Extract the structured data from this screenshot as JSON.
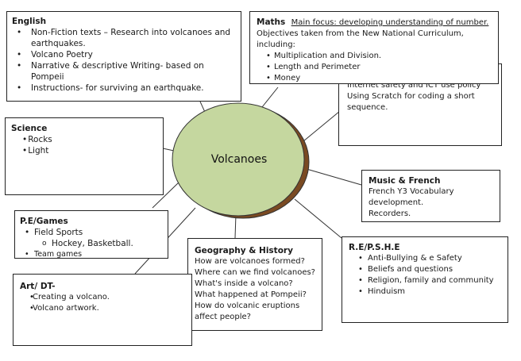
{
  "center": {
    "label": "Volcanoes"
  },
  "english": {
    "title": "English",
    "items": [
      "Non-Fiction texts – Research into volcanoes and earthquakes.",
      "Volcano Poetry",
      "Narrative & descriptive Writing- based on Pompeii",
      "Instructions- for surviving an earthquake."
    ]
  },
  "maths": {
    "title": "Maths",
    "focus": "Main focus: developing understanding of number.",
    "intro": "Objectives taken from the New National Curriculum, including:",
    "items": [
      "Multiplication and Division.",
      "Length and Perimeter",
      "Money"
    ]
  },
  "computing": {
    "partial": "Internet safety and ICT use policy",
    "line2": "Using Scratch for coding a short sequence."
  },
  "science": {
    "title": "Science",
    "items": [
      "Rocks",
      "Light"
    ]
  },
  "music": {
    "title": "Music & French",
    "lines": [
      "French Y3 Vocabulary development.",
      "Recorders."
    ]
  },
  "pe": {
    "title": "P.E/Games",
    "item": "Field Sports",
    "subitem": "Hockey, Basketball.",
    "partial": "Team games"
  },
  "geo": {
    "title": "Geography & History",
    "lines": [
      "How are volcanoes formed?",
      "Where can we find volcanoes?",
      "What's inside a volcano?",
      "What happened at Pompeii?",
      "How do volcanic eruptions affect people?"
    ]
  },
  "re": {
    "title": "R.E/P.S.H.E",
    "items": [
      "Anti-Bullying & e Safety",
      "Beliefs and questions",
      "Religion, family and community",
      "Hinduism"
    ]
  },
  "art": {
    "title": "Art/ DT-",
    "items": [
      "Creating a volcano.",
      "Volcano artwork."
    ]
  },
  "colors": {
    "circle_fill": "#c5d79f",
    "circle_shadow": "#7a4a22",
    "border": "#222222"
  }
}
